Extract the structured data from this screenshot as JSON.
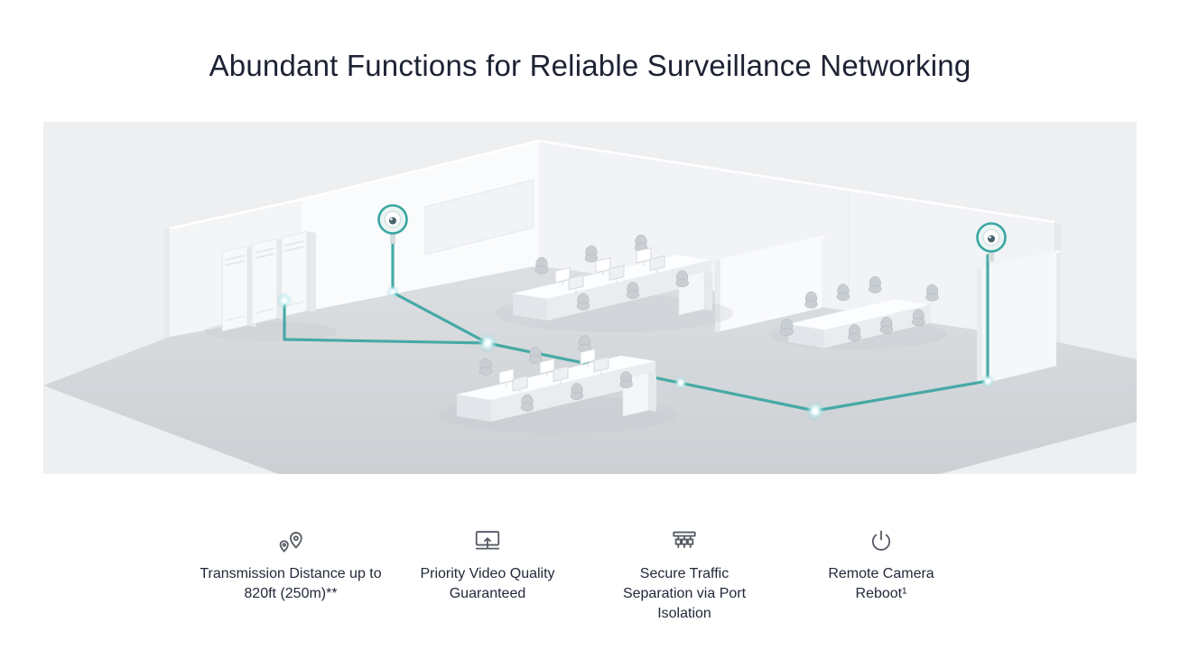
{
  "page": {
    "title": "Abundant Functions for Reliable Surveillance Networking"
  },
  "illustration": {
    "alt": "Isometric office with two dome security cameras, server rack cabinets, two rows of workstation desks, a meeting room, and teal network cables with glowing connection points",
    "colors": {
      "cable_teal": "#3FA7A3",
      "background": "#EDEFF1",
      "floor": "#D6DADD",
      "wall_white": "#FAFBFC"
    }
  },
  "features": [
    {
      "icon": "location-pins-icon",
      "label": "Transmission Distance up to 820ft (250m)**"
    },
    {
      "icon": "video-quality-icon",
      "label": "Priority Video Quality Guaranteed"
    },
    {
      "icon": "port-isolation-icon",
      "label": "Secure Traffic Separation via Port Isolation"
    },
    {
      "icon": "reboot-icon",
      "label": "Remote Camera Reboot¹"
    }
  ]
}
